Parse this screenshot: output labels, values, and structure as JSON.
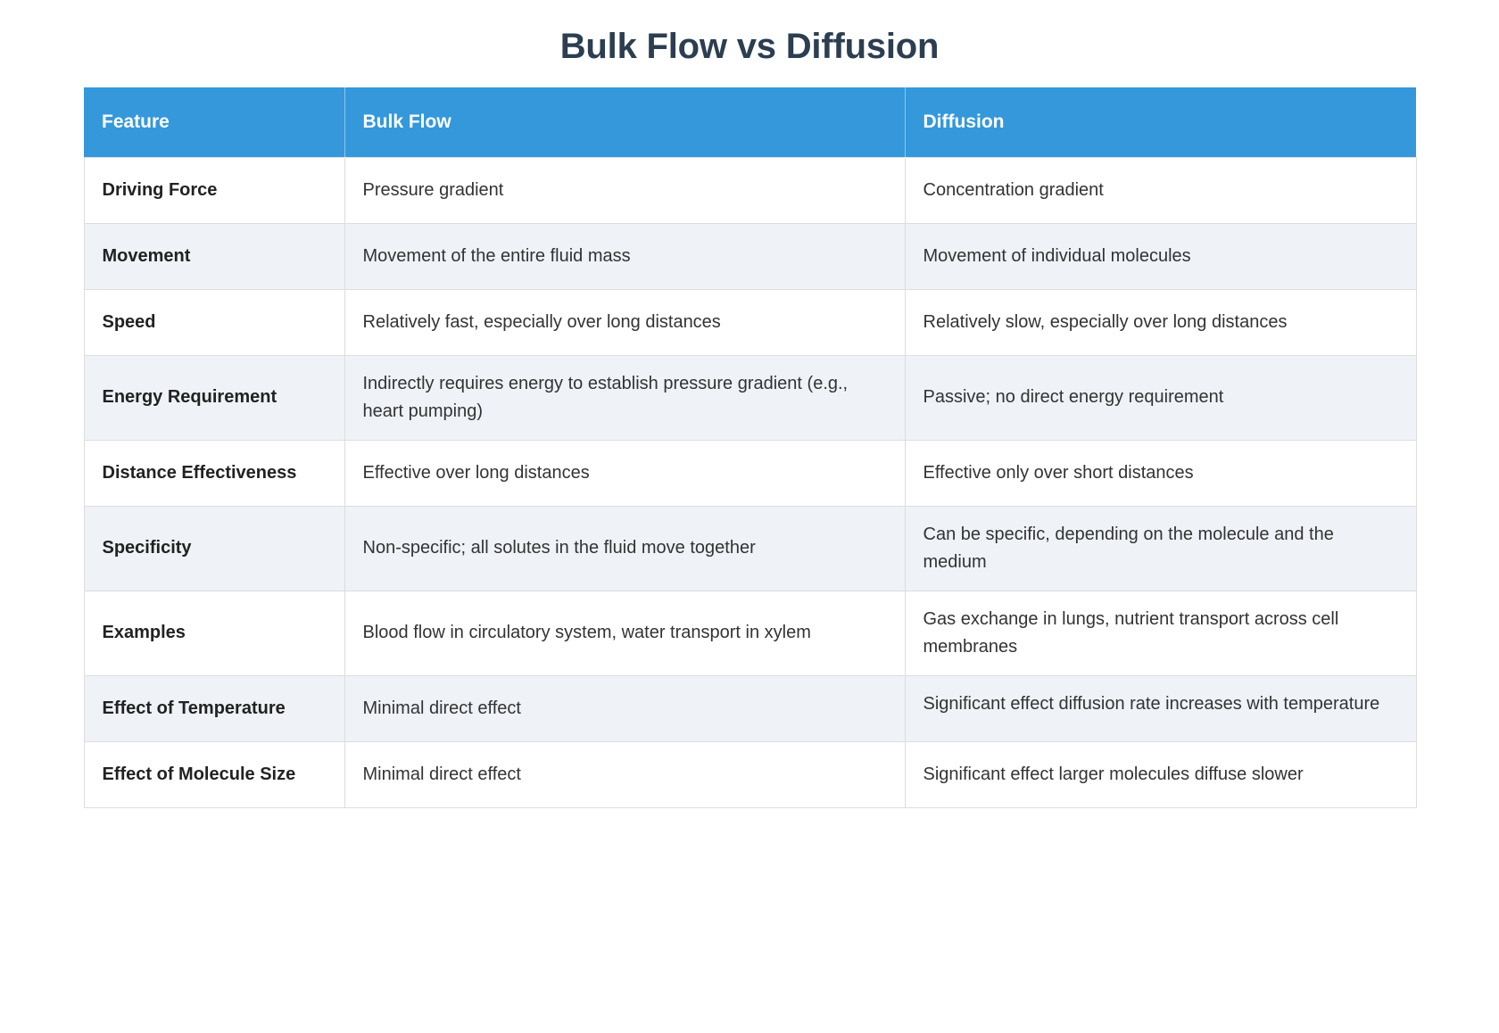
{
  "page": {
    "title": "Bulk Flow vs Diffusion",
    "background_color": "#ffffff"
  },
  "theme": {
    "title_color": "#2c3e50",
    "header_bg": "#3498db",
    "header_text": "#ffffff",
    "row_stripe_bg": "#eff2f7",
    "row_plain_bg": "#ffffff",
    "border_color": "#dddddd",
    "body_text": "#333333"
  },
  "table": {
    "columns": [
      "Feature",
      "Bulk Flow",
      "Diffusion"
    ],
    "rows": [
      {
        "feature": "Driving Force",
        "bulk_flow": "Pressure gradient",
        "diffusion": "Concentration gradient"
      },
      {
        "feature": "Movement",
        "bulk_flow": "Movement of the entire fluid mass",
        "diffusion": "Movement of individual molecules"
      },
      {
        "feature": "Speed",
        "bulk_flow": "Relatively fast, especially over long distances",
        "diffusion": "Relatively slow, especially over long distances"
      },
      {
        "feature": "Energy Requirement",
        "bulk_flow": "Indirectly requires energy to establish pressure gradient (e.g., heart pumping)",
        "diffusion": "Passive; no direct energy requirement"
      },
      {
        "feature": "Distance Effectiveness",
        "bulk_flow": "Effective over long distances",
        "diffusion": "Effective only over short distances"
      },
      {
        "feature": "Specificity",
        "bulk_flow": "Non-specific; all solutes in the fluid move together",
        "diffusion": "Can be specific, depending on the molecule and the medium"
      },
      {
        "feature": "Examples",
        "bulk_flow": "Blood flow in circulatory system, water transport in xylem",
        "diffusion": "Gas exchange in lungs, nutrient transport across cell membranes"
      },
      {
        "feature": "Effect of Temperature",
        "bulk_flow": "Minimal direct effect",
        "diffusion": "Significant effect diffusion rate increases with temperature"
      },
      {
        "feature": "Effect of Molecule Size",
        "bulk_flow": "Minimal direct effect",
        "diffusion": "Significant effect larger molecules diffuse slower"
      }
    ]
  }
}
